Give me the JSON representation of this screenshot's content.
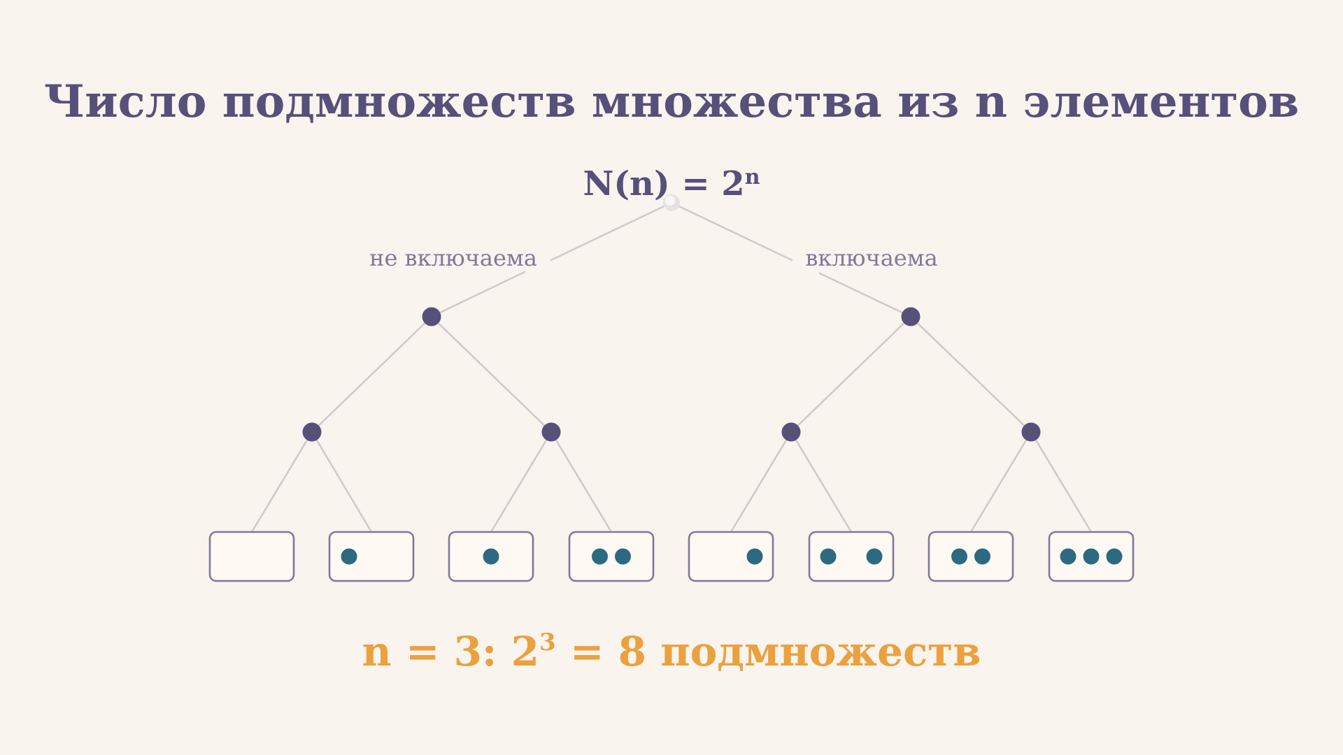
{
  "title": "Число подмножеств множества из n элементов",
  "formula": {
    "base": "N(n) = 2",
    "exponent": "n"
  },
  "branch_labels": {
    "left": "не включаема",
    "right": "включаема"
  },
  "result": {
    "prefix": "n = 3:  2",
    "exponent": "3",
    "suffix": " = 8 подмножеств"
  },
  "colors": {
    "background": "#FAF4EE",
    "primary": "#56507A",
    "edge": "#CFCBCB",
    "box_fill": "#FEF9F3",
    "box_stroke": "#7F7A98",
    "element_dot": "#2B6A80",
    "accent": "#EAA13E"
  },
  "leaves": [
    {
      "elements": []
    },
    {
      "elements": [
        "a"
      ]
    },
    {
      "elements": [
        "b"
      ]
    },
    {
      "elements": [
        "a",
        "b"
      ]
    },
    {
      "elements": [
        "c"
      ]
    },
    {
      "elements": [
        "a",
        "c"
      ]
    },
    {
      "elements": [
        "b",
        "c"
      ]
    },
    {
      "elements": [
        "a",
        "b",
        "c"
      ]
    }
  ]
}
